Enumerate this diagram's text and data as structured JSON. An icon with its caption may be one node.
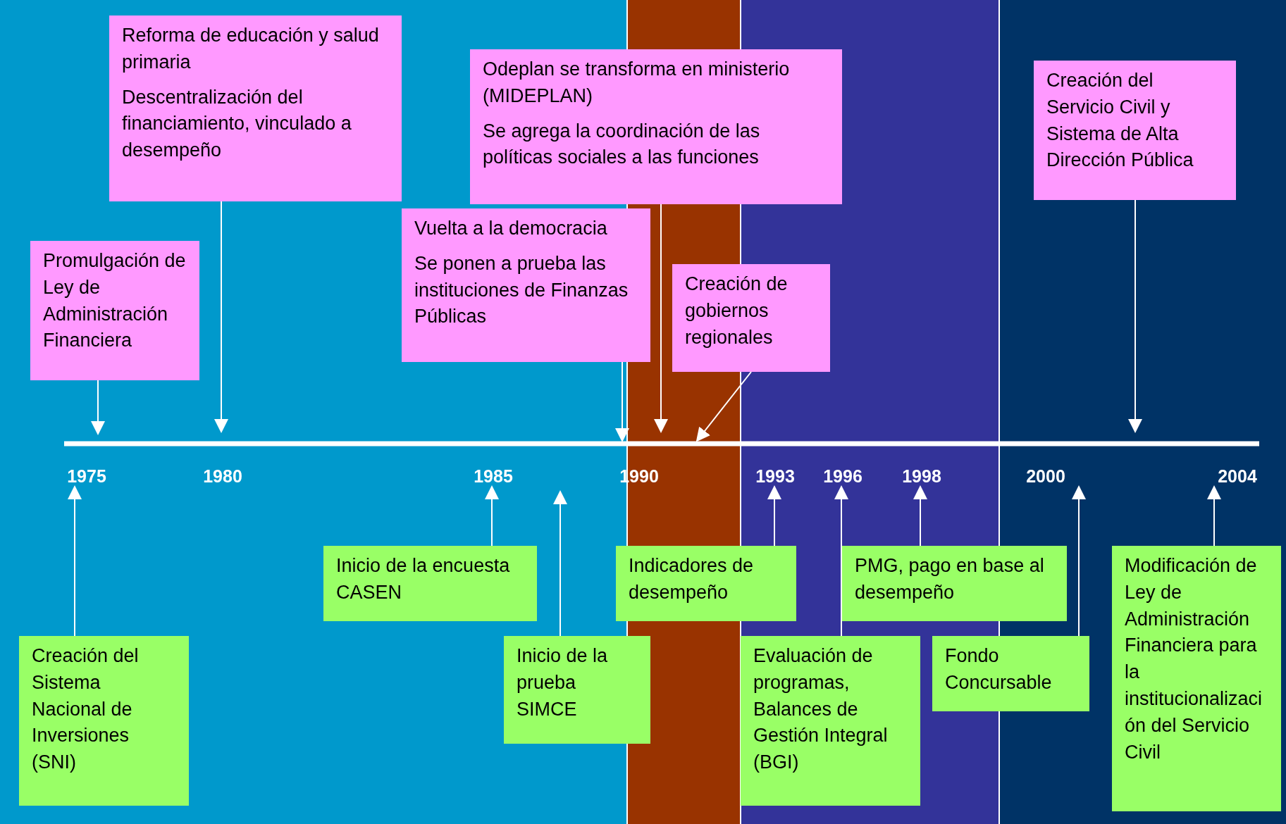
{
  "diagram": {
    "nodes": [
      {
        "text": [
          "Promulgación de Ley de Administración Financiera"
        ]
      },
      {
        "text": [
          "Reforma de educación y salud primaria",
          "Descentralización del financiamiento, vinculado a desempeño"
        ]
      },
      {
        "text": [
          "Odeplan se transforma en ministerio (MIDEPLAN)",
          "Se agrega la coordinación de las políticas sociales a las funciones"
        ]
      },
      {
        "text": [
          "Vuelta a la democracia",
          "Se ponen a prueba las instituciones de Finanzas Públicas"
        ]
      },
      {
        "text": [
          "Creación de gobiernos regionales"
        ]
      },
      {
        "text": [
          "Creación del Servicio Civil y Sistema de Alta Dirección Pública"
        ]
      },
      {
        "text": [
          "Creación del Sistema Nacional de Inversiones (SNI)"
        ]
      },
      {
        "text": [
          "Inicio de la encuesta CASEN"
        ]
      },
      {
        "text": [
          "Inicio de la prueba SIMCE"
        ]
      },
      {
        "text": [
          "Indicadores de desempeño"
        ]
      },
      {
        "text": [
          "Evaluación de programas, Balances de Gestión Integral (BGI)"
        ]
      },
      {
        "text": [
          "PMG, pago en base al desempeño"
        ]
      },
      {
        "text": [
          "Fondo Concursable"
        ]
      },
      {
        "text": [
          "Modificación de Ley de Administración Financiera para la institucionalización del Servicio Civil"
        ]
      },
      {
        "text": [
          "1975"
        ]
      },
      {
        "text": [
          "1980"
        ]
      },
      {
        "text": [
          "1985"
        ]
      },
      {
        "text": [
          "1990"
        ]
      },
      {
        "text": [
          "1993"
        ]
      },
      {
        "text": [
          "1996"
        ]
      },
      {
        "text": [
          "1998"
        ]
      },
      {
        "text": [
          "2000"
        ]
      },
      {
        "text": [
          "2004"
        ]
      }
    ],
    "edges": [
      {
        "from": 0,
        "to": 14,
        "arrow": "to"
      },
      {
        "from": 1,
        "to": 15,
        "arrow": "to"
      },
      {
        "from": 3,
        "to": 17,
        "arrow": "to"
      },
      {
        "from": 2,
        "to": 17,
        "arrow": "to"
      },
      {
        "from": 4,
        "to": null,
        "arrow": "to"
      },
      {
        "from": 5,
        "to": null,
        "arrow": "to"
      },
      {
        "from": 6,
        "to": 14,
        "arrow": "to"
      },
      {
        "from": 7,
        "to": 16,
        "arrow": "to"
      },
      {
        "from": 8,
        "to": null,
        "arrow": "to"
      },
      {
        "from": 9,
        "to": 18,
        "arrow": "to"
      },
      {
        "from": 10,
        "to": 19,
        "arrow": "to"
      },
      {
        "from": 11,
        "to": 20,
        "arrow": "to"
      },
      {
        "from": 12,
        "to": 21,
        "arrow": "to"
      },
      {
        "from": 13,
        "to": 22,
        "arrow": "to"
      }
    ]
  }
}
